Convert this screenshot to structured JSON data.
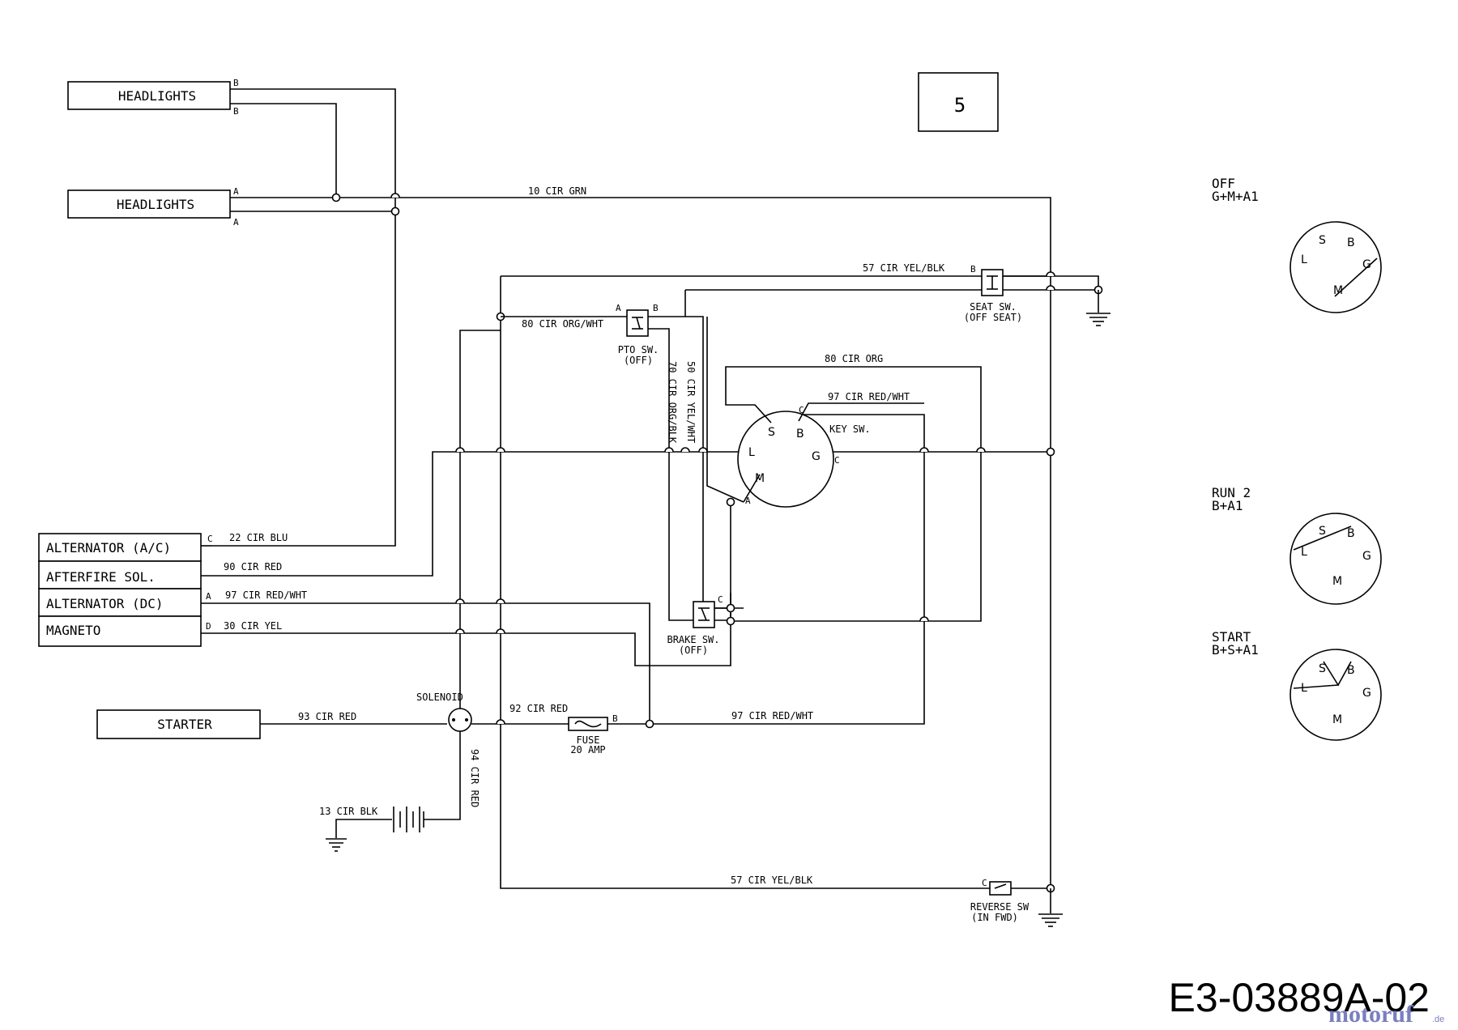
{
  "page_number": "5",
  "components": {
    "headlights_b": "HEADLIGHTS",
    "headlights_a": "HEADLIGHTS",
    "alternator_ac": "ALTERNATOR (A/C)",
    "afterfire": "AFTERFIRE SOL.",
    "alternator_dc": "ALTERNATOR (DC)",
    "magneto": "MAGNETO",
    "starter": "STARTER",
    "solenoid": "SOLENOID",
    "pto_sw": "PTO SW.",
    "pto_off": "(OFF)",
    "brake_sw": "BRAKE SW.",
    "brake_off": "(OFF)",
    "seat_sw": "SEAT SW.",
    "seat_off": "(OFF SEAT)",
    "key_sw": "KEY SW.",
    "reverse_sw": "REVERSE SW",
    "reverse_fwd": "(IN FWD)",
    "fuse": "FUSE",
    "fuse_rating": "20 AMP"
  },
  "wires": {
    "w10": "10 CIR GRN",
    "w57_top": "57 CIR YEL/BLK",
    "w80_pto": "80 CIR ORG/WHT",
    "w70": "70 CIR ORG/BLK",
    "w50": "50 CIR YEL/WHT",
    "w80_org": "80 CIR ORG",
    "w97_key": "97 CIR RED/WHT",
    "w22": "22 CIR BLU",
    "w90": "90 CIR RED",
    "w97_alt": "97 CIR RED/WHT",
    "w30": "30 CIR YEL",
    "w93": "93 CIR RED",
    "w92": "92 CIR RED",
    "w97_fuse": "97 CIR RED/WHT",
    "w94": "94 CIR RED",
    "w13": "13 CIR BLK",
    "w57_bottom": "57 CIR YEL/BLK"
  },
  "key_positions": [
    {
      "name": "OFF",
      "connections": "G+M+A1"
    },
    {
      "name": "RUN 2",
      "connections": "B+A1"
    },
    {
      "name": "START",
      "connections": "B+S+A1"
    }
  ],
  "dial_letters": {
    "s": "S",
    "b": "B",
    "g": "G",
    "l": "L",
    "m": "M"
  },
  "drawing_code": "E3-03889A-02",
  "watermark": "motoruf",
  "watermark_suffix": ".de"
}
